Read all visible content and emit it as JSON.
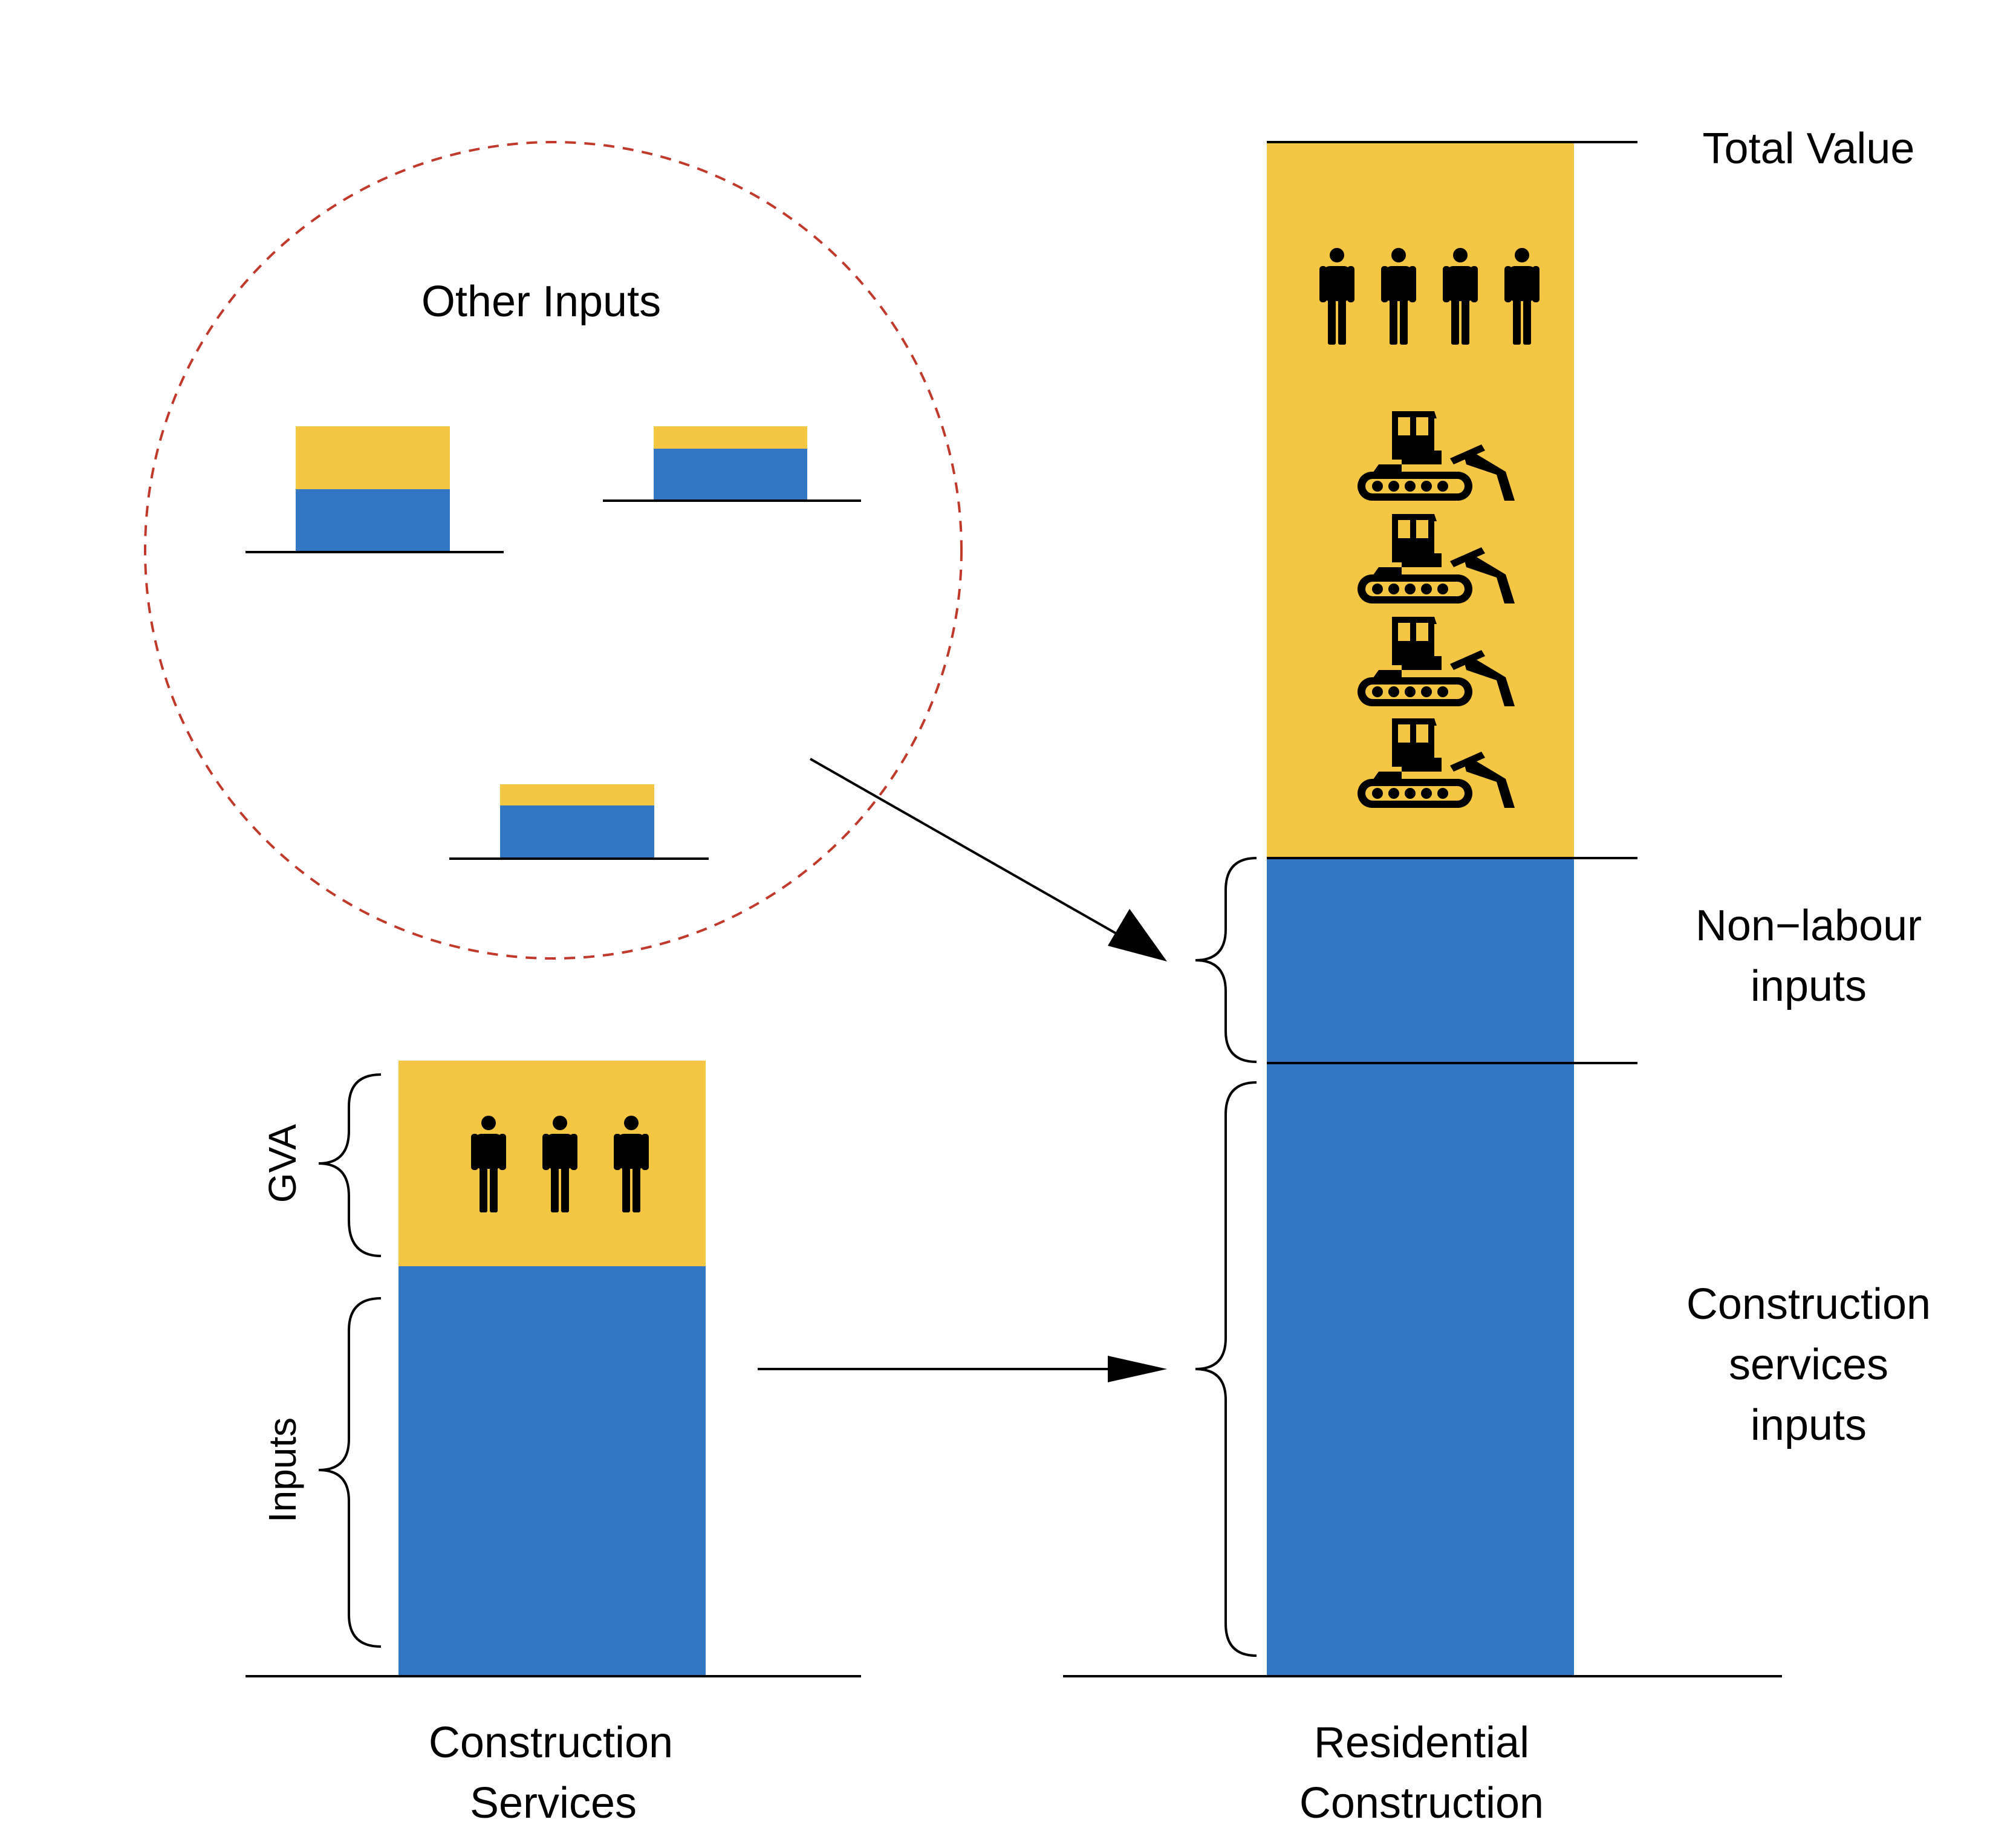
{
  "colors": {
    "gva": "#F5C644",
    "inputs": "#3377C4",
    "axis": "#000000",
    "circle": "#C0392B"
  },
  "other_inputs": {
    "title": "Other Inputs"
  },
  "construction_services": {
    "label_line1": "Construction",
    "label_line2": "Services",
    "gva_label": "GVA",
    "inputs_label": "Inputs",
    "gva_workers": 3
  },
  "residential_construction": {
    "label_line1": "Residential",
    "label_line2": "Construction",
    "total_value_label": "Total Value",
    "non_labour_line1": "Non−labour",
    "non_labour_line2": "inputs",
    "cs_inputs_line1": "Construction",
    "cs_inputs_line2": "services",
    "cs_inputs_line3": "inputs",
    "gva_workers": 4,
    "gva_bulldozers": 4
  },
  "icons": {
    "worker": "person-icon",
    "machine": "bulldozer-icon"
  }
}
